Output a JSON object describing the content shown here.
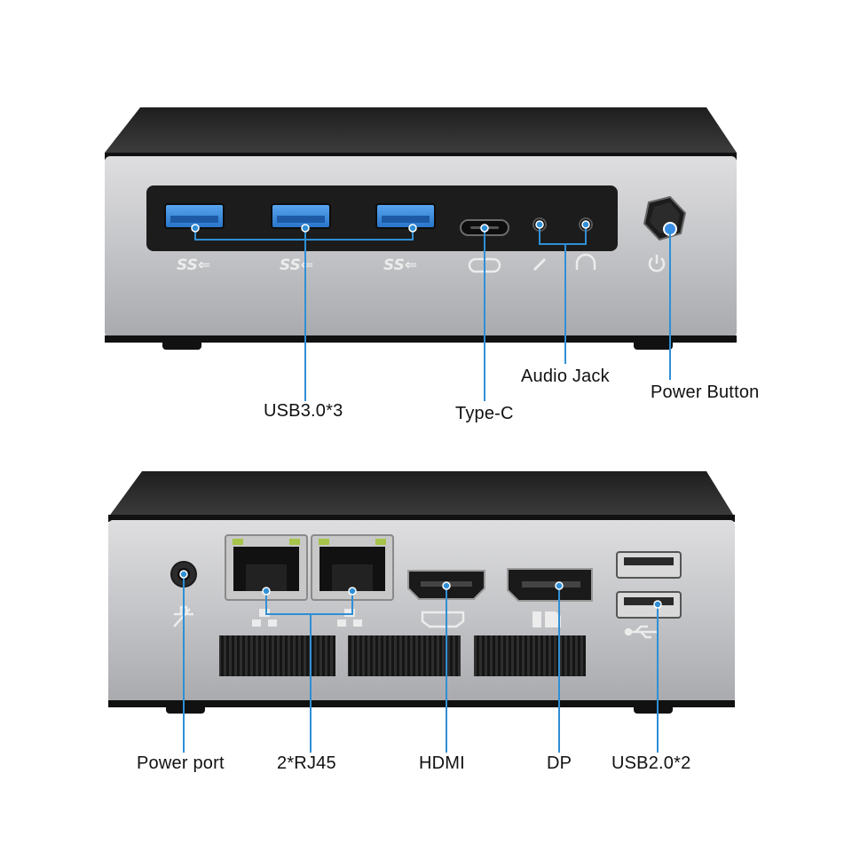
{
  "front_view": {
    "labels": {
      "usb3": "USB3.0*3",
      "typec": "Type-C",
      "audio": "Audio Jack",
      "power_button": "Power Button"
    },
    "port_marks": {
      "usb3_logo": "SS⇐",
      "typec_logo": "⊂⊃"
    }
  },
  "rear_view": {
    "labels": {
      "power_port": "Power port",
      "rj45": "2*RJ45",
      "hdmi": "HDMI",
      "dp": "DP",
      "usb2": "USB2.0*2"
    }
  },
  "colors": {
    "callout_line": "#2f8fd6",
    "usb3_port": "#3a8ee6",
    "chassis_top": "#2a2a2a",
    "chassis_panel": "#c9c9cc",
    "port_bezel": "#1c1c1c"
  },
  "icons": [
    "power-icon",
    "usb-icon",
    "lan-icon",
    "hdmi-icon",
    "dp-icon",
    "mic-icon",
    "headphone-icon",
    "dc-power-icon"
  ]
}
